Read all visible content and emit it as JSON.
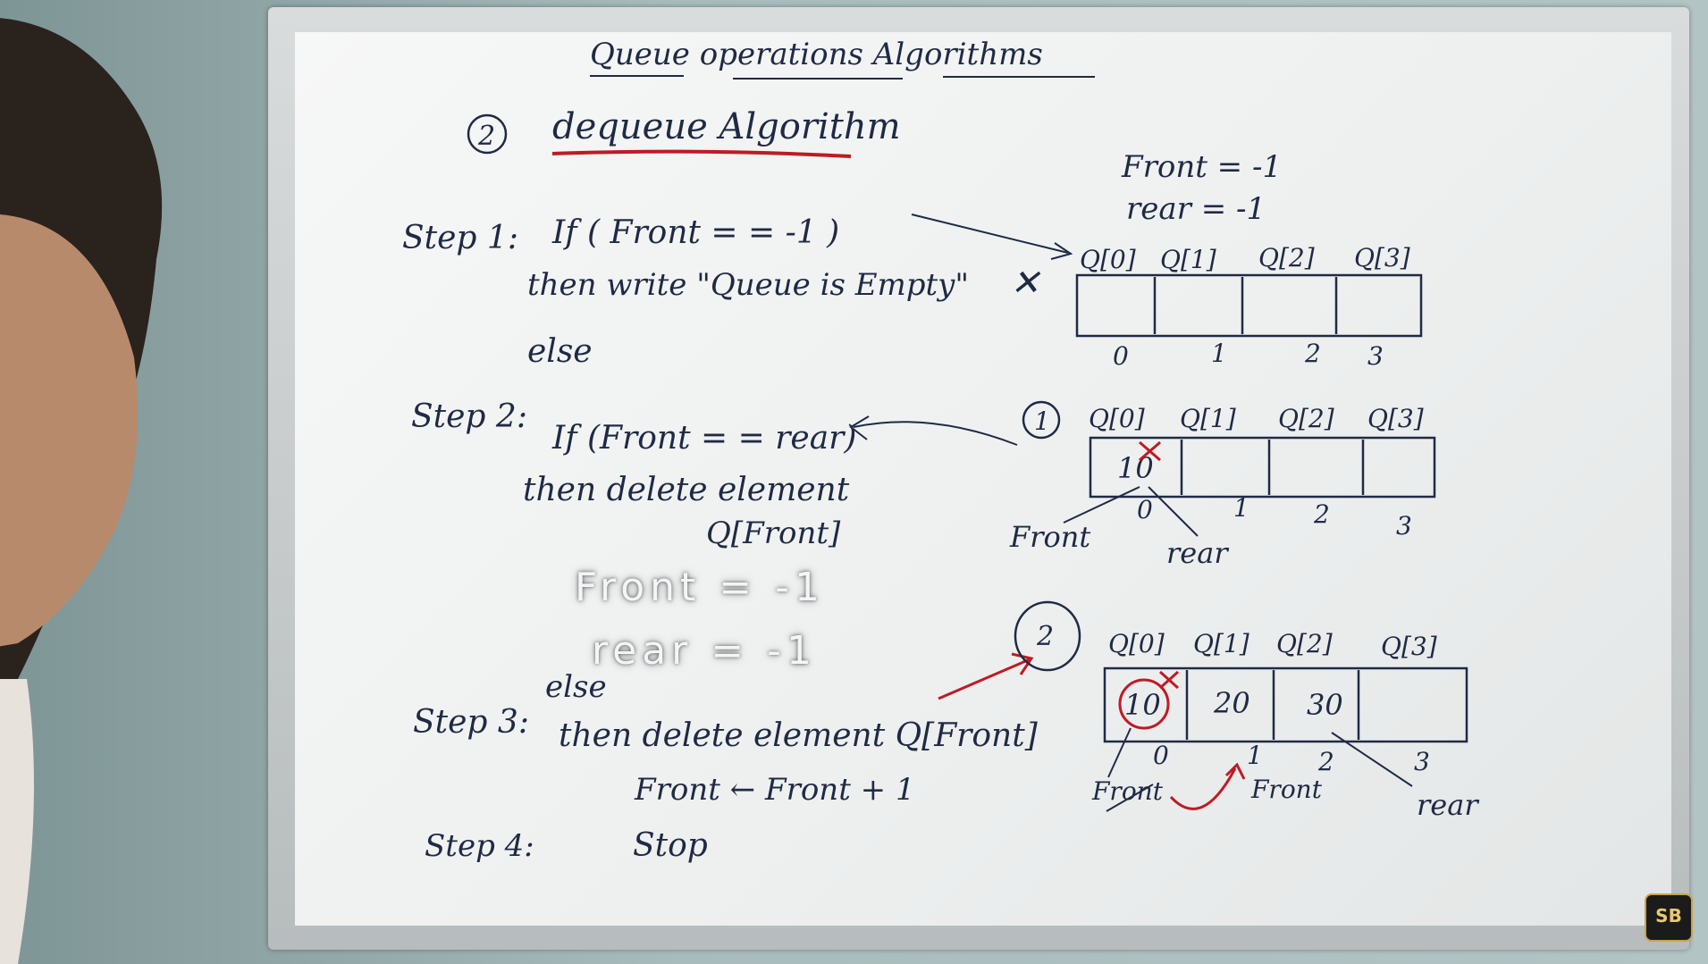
{
  "board": {
    "title": "Queue operations Algorithms",
    "section": {
      "number": "2",
      "heading": "dequeue Algorithm"
    },
    "steps": {
      "step1": {
        "label": "Step 1:",
        "condition": "If ( Front = = -1 )",
        "action": "then write \"Queue is Empty\"",
        "else": "else"
      },
      "step2": {
        "label": "Step 2:",
        "condition": "If (Front = = rear)",
        "action": "then delete element",
        "target": "Q[Front]"
      },
      "step3": {
        "else": "else",
        "label": "Step 3:",
        "action": "then delete element Q[Front]",
        "update": "Front ← Front + 1"
      },
      "step4": {
        "label": "Step 4:",
        "action": "Stop"
      }
    },
    "notes": {
      "front_init": "Front = -1",
      "rear_init": "rear = -1",
      "cross_mark": "✕"
    },
    "queue_empty": {
      "cells": [
        "Q[0]",
        "Q[1]",
        "Q[2]",
        "Q[3]"
      ],
      "indices": [
        "0",
        "1",
        "2",
        "3"
      ]
    },
    "case1": {
      "marker": "1",
      "cells": [
        "Q[0]",
        "Q[1]",
        "Q[2]",
        "Q[3]"
      ],
      "values": [
        "10",
        "",
        "",
        ""
      ],
      "indices": [
        "0",
        "1",
        "2",
        "3"
      ],
      "front_label": "Front",
      "rear_label": "rear"
    },
    "case2": {
      "marker": "2",
      "cells": [
        "Q[0]",
        "Q[1]",
        "Q[2]",
        "Q[3]"
      ],
      "values": [
        "10",
        "20",
        "30",
        ""
      ],
      "indices": [
        "0",
        "1",
        "2",
        "3"
      ],
      "old_front_label": "Front",
      "new_front_label": "Front",
      "rear_label": "rear"
    }
  },
  "overlay": {
    "line1": "Front = -1",
    "line2": "rear = -1"
  },
  "logo": {
    "text": "SB"
  },
  "colors": {
    "ink": "#1f2a44",
    "red_ink": "#c01a24",
    "board": "#eef0f0"
  }
}
